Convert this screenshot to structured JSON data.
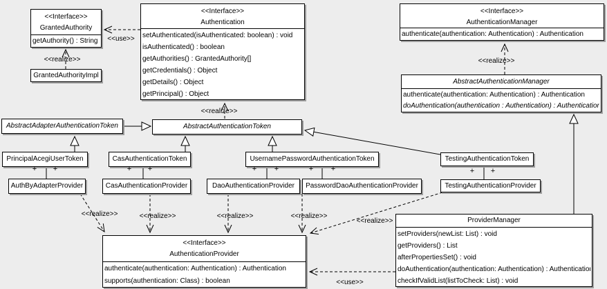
{
  "classes": {
    "granted_authority": {
      "stereotype": "<<Interface>>",
      "name": "GrantedAuthority",
      "methods": [
        "getAuthority() : String"
      ]
    },
    "granted_authority_impl": {
      "name": "GrantedAuthorityImpl"
    },
    "authentication": {
      "stereotype": "<<Interface>>",
      "name": "Authentication",
      "methods": [
        "setAuthenticated(isAuthenticated: boolean) : void",
        "isAuthenticated() : boolean",
        "getAuthorities() : GrantedAuthority[]",
        "getCredentials() : Object",
        "getDetails() : Object",
        "getPrincipal() : Object"
      ]
    },
    "authentication_manager": {
      "stereotype": "<<Interface>>",
      "name": "AuthenticationManager",
      "methods": [
        "authenticate(authentication: Authentication) : Authentication"
      ]
    },
    "abstract_authentication_manager": {
      "name": "AbstractAuthenticationManager",
      "methods": [
        "authenticate(authentication: Authentication) : Authentication",
        "doAuthentication(authentication : Authentication) : Authentication"
      ]
    },
    "abstract_adapter_authentication_token": {
      "name": "AbstractAdapterAuthenticationToken"
    },
    "abstract_authentication_token": {
      "name": "AbstractAuthenticationToken"
    },
    "principal_acegi_user_token": {
      "name": "PrincipalAcegiUserToken"
    },
    "cas_authentication_token": {
      "name": "CasAuthenticationToken"
    },
    "username_password_authentication_token": {
      "name": "UsernamePasswordAuthenticationToken"
    },
    "testing_authentication_token": {
      "name": "TestingAuthenticationToken"
    },
    "auth_by_adapter_provider": {
      "name": "AuthByAdapterProvider"
    },
    "cas_authentication_provider": {
      "name": "CasAuthenticationProvider"
    },
    "dao_authentication_provider": {
      "name": "DaoAuthenticationProvider"
    },
    "password_dao_authentication_provider": {
      "name": "PasswordDaoAuthenticationProvider"
    },
    "testing_authentication_provider": {
      "name": "TestingAuthenticationProvider"
    },
    "authentication_provider": {
      "stereotype": "<<Interface>>",
      "name": "AuthenticationProvider",
      "methods": [
        "authenticate(authentication: Authentication) : Authentication",
        "supports(authentication: Class) : boolean"
      ]
    },
    "provider_manager": {
      "name": "ProviderManager",
      "methods": [
        "setProviders(newList: List) : void",
        "getProviders() : List",
        "afterPropertiesSet() : void",
        "doAuthentication(authentication: Authentication) : Authentication",
        "checkIfValidList(listToCheck: List) : void"
      ]
    }
  },
  "edge_labels": {
    "use_granted": "<<use>>",
    "realize_granted_impl": "<<realize>>",
    "realize_abstract_manager": "<<realize>>",
    "realize_abstract_token": "<<realize>>",
    "realize_auth_by_adapter": "<<realize>>",
    "realize_cas": "<<realize>>",
    "realize_dao": "<<realize>>",
    "realize_password_dao": "<<realize>>",
    "realize_testing": "<<realize>>",
    "use_provider_manager": "<<use>>",
    "plus": "+"
  },
  "colors": {
    "background": "#ededed",
    "box_fill": "#ffffff",
    "box_border": "#000000",
    "box_shadow": "#9e9e9e"
  }
}
